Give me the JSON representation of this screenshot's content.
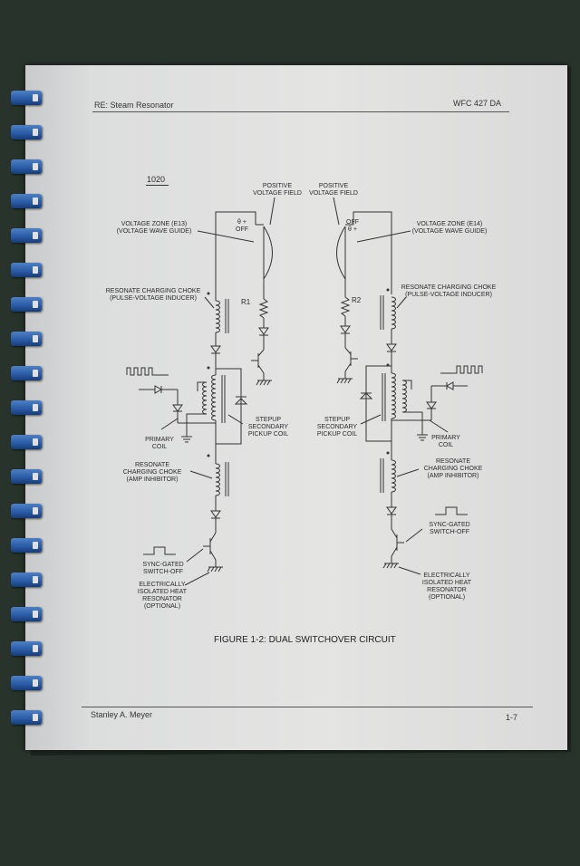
{
  "header": {
    "left": "RE: Steam Resonator",
    "right": "WFC 427 DA"
  },
  "figure_number": "1020",
  "left_circuit": {
    "positive_field": [
      "POSITIVE",
      "VOLTAGE FIELD"
    ],
    "terminal": [
      "θ +",
      "OFF"
    ],
    "voltage_zone": [
      "VOLTAGE ZONE  (E13)",
      "(VOLTAGE WAVE GUIDE)"
    ],
    "resistor": "R1",
    "charging_choke": [
      "RESONATE CHARGING CHOKE",
      "(PULSE-VOLTAGE INDUCER)"
    ],
    "primary_coil": [
      "PRIMARY",
      "COIL"
    ],
    "stepup_coil": [
      "STEPUP",
      "SECONDARY",
      "PICKUP COIL"
    ],
    "amp_choke": [
      "RESONATE",
      "CHARGING CHOKE",
      "(AMP INHIBITOR)"
    ],
    "sync_gated": [
      "SYNC-GATED",
      "SWITCH-OFF"
    ],
    "heat_resonator": [
      "ELECTRICALLY",
      "ISOLATED HEAT",
      "RESONATOR",
      "(OPTIONAL)"
    ]
  },
  "right_circuit": {
    "positive_field": [
      "POSITIVE",
      "VOLTAGE FIELD"
    ],
    "terminal": [
      "OFF",
      "θ +"
    ],
    "voltage_zone": [
      "VOLTAGE ZONE  (E14)",
      "(VOLTAGE WAVE GUIDE)"
    ],
    "resistor": "R2",
    "charging_choke": [
      "RESONATE CHARGING CHOKE",
      "(PULSE-VOLTAGE INDUCER)"
    ],
    "primary_coil": [
      "PRIMARY",
      "COIL"
    ],
    "stepup_coil": [
      "STEPUP",
      "SECONDARY",
      "PICKUP COIL"
    ],
    "amp_choke": [
      "RESONATE",
      "CHARGING CHOKE",
      "(AMP INHIBITOR)"
    ],
    "sync_gated": [
      "SYNC-GATED",
      "SWITCH-OFF"
    ],
    "heat_resonator": [
      "ELECTRICALLY",
      "ISOLATED HEAT",
      "RESONATOR",
      "(OPTIONAL)"
    ]
  },
  "caption": "FIGURE 1-2: DUAL SWITCHOVER CIRCUIT",
  "footer": {
    "author": "Stanley A. Meyer",
    "page": "1-7"
  },
  "colors": {
    "background": "#27332b",
    "paper": "#e2e2e1",
    "ink": "#2a2a2a",
    "binding": "#2b5da8"
  }
}
